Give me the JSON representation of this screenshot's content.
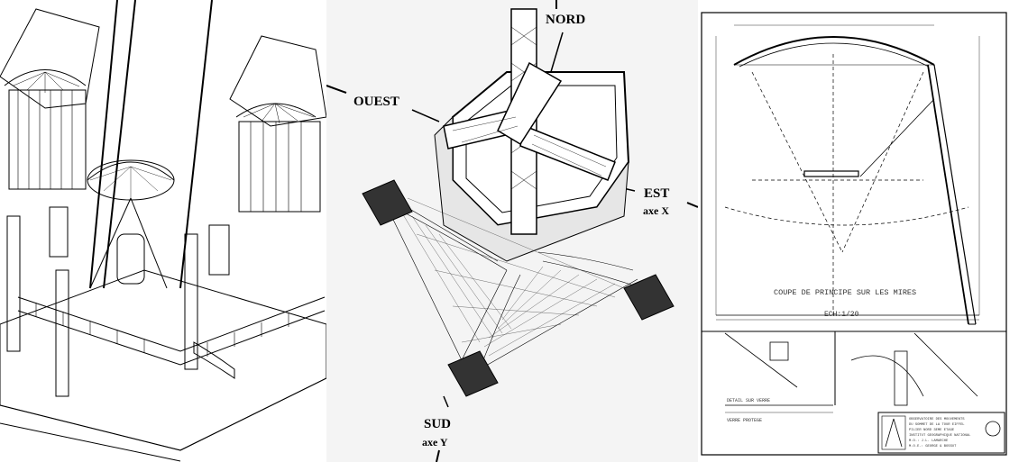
{
  "orientation": {
    "north": "NORD",
    "west": "OUEST",
    "east": "EST",
    "east_axis": "axe X",
    "south": "SUD",
    "south_axis": "axe Y"
  },
  "drawing": {
    "section_title": "COUPE DE PRINCIPE SUR LES MIRES",
    "scale": "ECH:1/20",
    "detail_label": "DETAIL SUR VERRE",
    "detail_label_2": "VERRE PROTEGE",
    "title_block": [
      "OBSERVATOIRE DES MOUVEMENTS",
      "DU SOMMET DE LA TOUR EIFFEL",
      "PILIER NORD 3EME ETAGE",
      "INSTITUT GEOGRAPHIQUE NATIONAL",
      "M.O.: J.L. LAMARCHE",
      "M.O.E.: GEORGE & BOSSUT"
    ]
  }
}
